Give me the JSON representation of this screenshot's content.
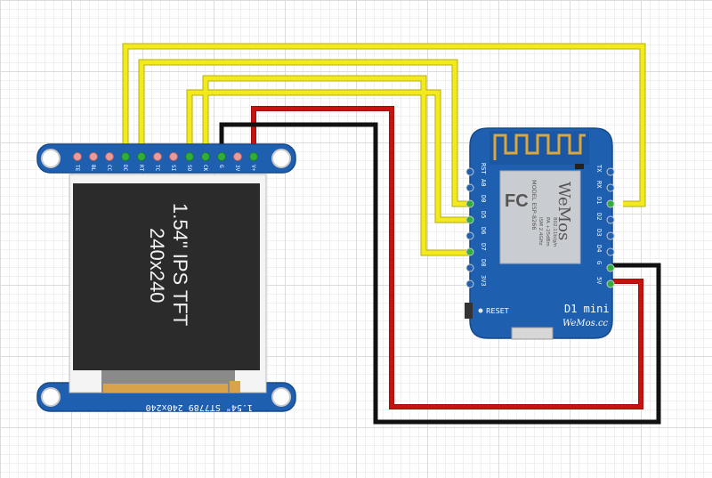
{
  "colors": {
    "board_blue": "#1f5fb0",
    "board_edge": "#16498a",
    "wire_yellow": "#f3ea1d",
    "wire_red": "#c7130f",
    "wire_black": "#111111",
    "screen_black": "#2b2b2b",
    "grid": "#dcdcdc"
  },
  "tft": {
    "screen_line1": "1.54\" IPS TFT",
    "screen_line2": "240x240",
    "bottom_label": "1.54\" ST7789 240x240",
    "pins": [
      "TE",
      "BL",
      "CC",
      "DC",
      "RT",
      "TC",
      "SI",
      "SO",
      "CK",
      "G",
      "3V",
      "V+"
    ]
  },
  "wemos": {
    "left_pins": [
      "RST",
      "A0",
      "D0",
      "D5",
      "D6",
      "D7",
      "D8",
      "3V3"
    ],
    "right_pins": [
      "TX",
      "RX",
      "D1",
      "D2",
      "D3",
      "D4",
      "G",
      "5V"
    ],
    "module_model": "MODEL ESP-8266",
    "module_spec1": "ISM 2.4GHz",
    "module_spec2": "PA +25dBm",
    "module_spec3": "802.11b/g/n",
    "module_brand": "WeMos",
    "fcc_mark": "FC",
    "reset_label": "RESET",
    "board_name": "D1 mini",
    "board_site": "WeMos.cc"
  }
}
